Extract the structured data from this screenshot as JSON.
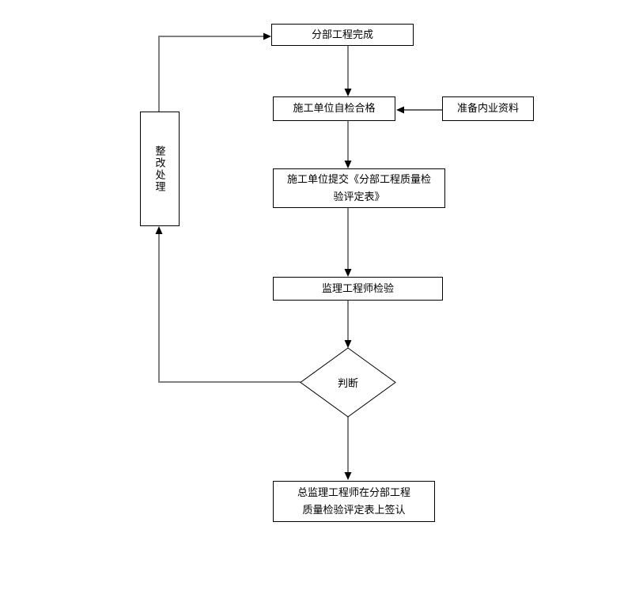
{
  "diagram": {
    "type": "flowchart",
    "nodes": {
      "start": {
        "label": "分部工程完成"
      },
      "self_check": {
        "label": "施工单位自检合格"
      },
      "prepare_docs": {
        "label": "准备内业资料"
      },
      "submit_form": {
        "line1": "施工单位提交《分部工程质量检",
        "line2": "验评定表》",
        "full_label": "施工单位提交《分部工程质量检验评定表》"
      },
      "supervisor_check": {
        "label": "监理工程师检验"
      },
      "decision": {
        "label": "判断"
      },
      "rectify": {
        "label": "整改处理"
      },
      "sign_off": {
        "line1": "总监理工程师在分部工程",
        "line2": "质量检验评定表上签认",
        "full_label": "总监理工程师在分部工程质量检验评定表上签认"
      }
    },
    "edges": [
      {
        "from": "start",
        "to": "self_check"
      },
      {
        "from": "prepare_docs",
        "to": "self_check"
      },
      {
        "from": "self_check",
        "to": "submit_form"
      },
      {
        "from": "submit_form",
        "to": "supervisor_check"
      },
      {
        "from": "supervisor_check",
        "to": "decision"
      },
      {
        "from": "decision",
        "to": "sign_off"
      },
      {
        "from": "decision",
        "to": "rectify"
      },
      {
        "from": "rectify",
        "to": "start"
      }
    ],
    "colors": {
      "background": "#ffffff",
      "box_border": "#000000",
      "text": "#000000",
      "connector_shaft": "#808080",
      "connector_dark": "#333333",
      "arrowhead": "#000000"
    }
  }
}
